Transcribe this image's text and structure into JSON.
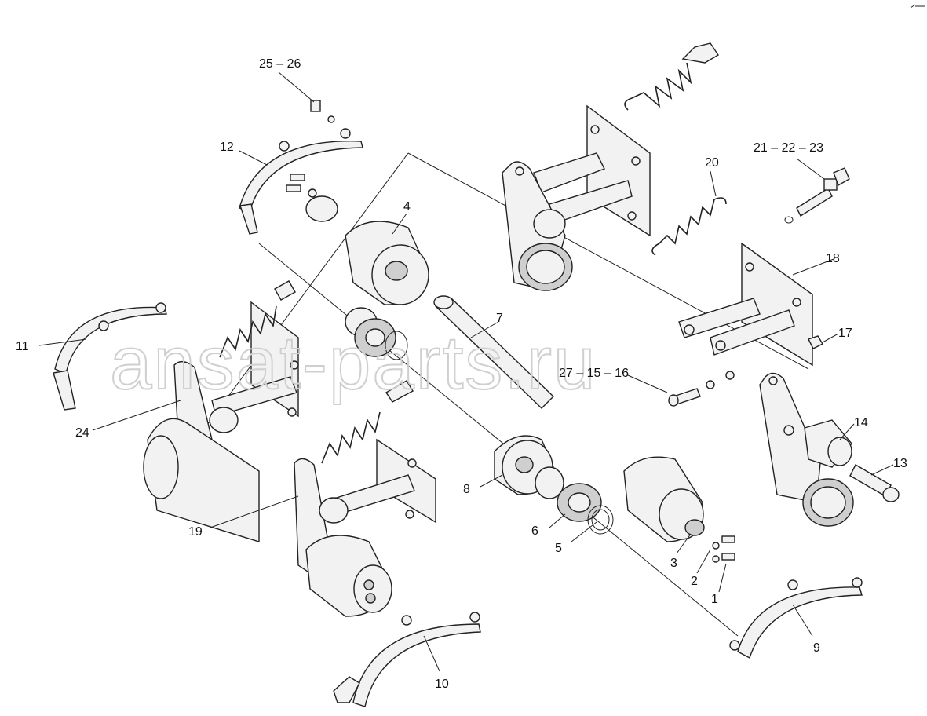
{
  "watermark": "ansat-parts.ru",
  "callouts": [
    {
      "id": "1",
      "text": "1"
    },
    {
      "id": "2",
      "text": "2"
    },
    {
      "id": "3",
      "text": "3"
    },
    {
      "id": "4",
      "text": "4"
    },
    {
      "id": "5",
      "text": "5"
    },
    {
      "id": "6",
      "text": "6"
    },
    {
      "id": "7",
      "text": "7"
    },
    {
      "id": "8",
      "text": "8"
    },
    {
      "id": "9",
      "text": "9"
    },
    {
      "id": "10",
      "text": "10"
    },
    {
      "id": "11",
      "text": "11"
    },
    {
      "id": "12",
      "text": "12"
    },
    {
      "id": "13",
      "text": "13"
    },
    {
      "id": "14",
      "text": "14"
    },
    {
      "id": "17",
      "text": "17"
    },
    {
      "id": "18",
      "text": "18"
    },
    {
      "id": "19",
      "text": "19"
    },
    {
      "id": "20",
      "text": "20"
    },
    {
      "id": "24",
      "text": "24"
    },
    {
      "id": "21-22-23",
      "text": "21 – 22 – 23"
    },
    {
      "id": "25-26",
      "text": "25 – 26"
    },
    {
      "id": "27-15-16",
      "text": "27 – 15 – 16"
    }
  ]
}
